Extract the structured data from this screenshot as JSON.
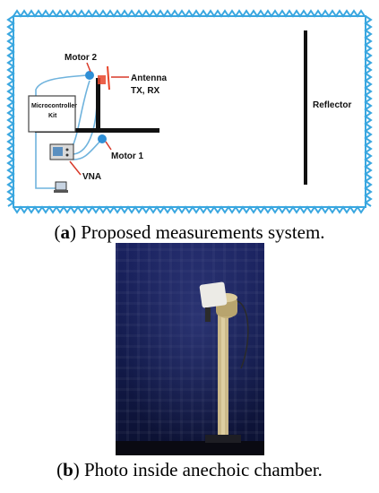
{
  "diagram": {
    "labels": {
      "motor2": "Motor 2",
      "antenna_line1": "Antenna",
      "antenna_line2": "TX, RX",
      "microcontroller_line1": "Microcontroller",
      "microcontroller_line2": "Kit",
      "motor1": "Motor 1",
      "vna": "VNA",
      "reflector": "Reflector"
    },
    "colors": {
      "absorber": "#3aa7e0",
      "cable": "#6fb3dd",
      "motor": "#2f8fd6",
      "antenna": "#e8452a",
      "arrow": "#d83a2a",
      "structure": "#111111"
    }
  },
  "captions": {
    "a": {
      "letter": "a",
      "text": " Proposed measurements system."
    },
    "b": {
      "letter": "b",
      "text": " Photo inside anechoic chamber."
    }
  },
  "photo": {
    "colors": {
      "wall": "#141c52",
      "mount": "#c9b98a",
      "antenna": "#e9e9e6"
    }
  }
}
